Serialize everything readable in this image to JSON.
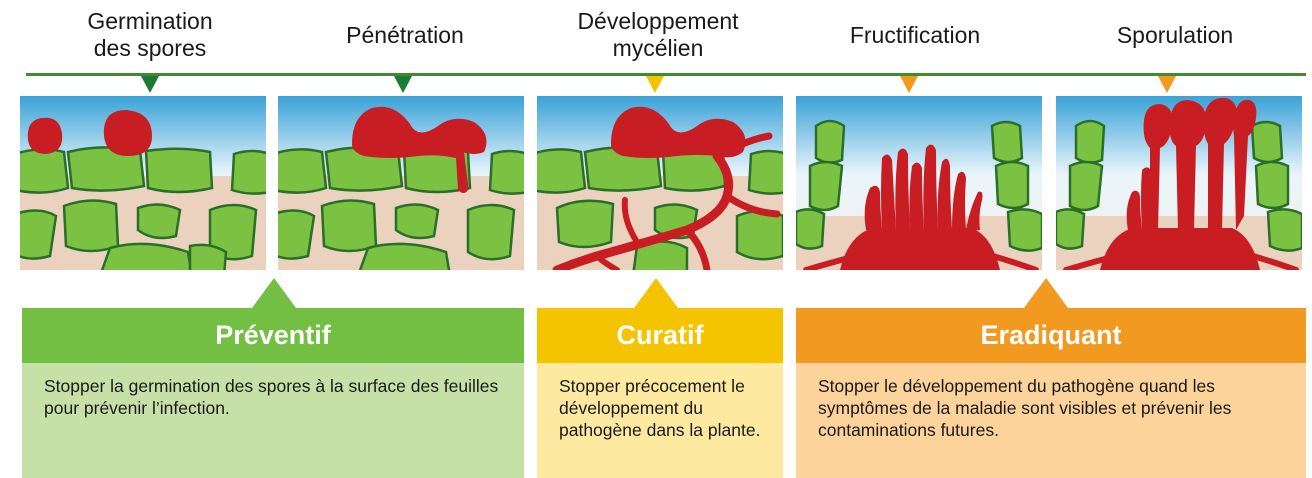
{
  "stages": [
    {
      "label": "Germination\ndes spores",
      "marker_color": "#1d7a35"
    },
    {
      "label": "Pénétration",
      "marker_color": "#1d7a35"
    },
    {
      "label": "Développement\nmycélien",
      "marker_color": "#f2c300"
    },
    {
      "label": "Fructification",
      "marker_color": "#f29a1f"
    },
    {
      "label": "Sporulation",
      "marker_color": "#f29a1f"
    }
  ],
  "categories": [
    {
      "title": "Préventif",
      "header_color": "#72bf44",
      "box_color": "#c6e0a8",
      "text": "Stopper la germination des spores à la surface des feuilles pour prévenir l’infection."
    },
    {
      "title": "Curatif",
      "header_color": "#f5c400",
      "box_color": "#fdeaa0",
      "text": "Stopper précocement le développement du pathogène dans la plante."
    },
    {
      "title": "Eradiquant",
      "header_color": "#f29a1f",
      "box_color": "#fcd39a",
      "text": "Stopper le développement du pathogène quand les symptômes de la maladie sont visibles et prévenir les contaminations futures."
    }
  ],
  "colors": {
    "timeline": "#3f8a32",
    "cell_fill": "#7cc242",
    "cell_stroke": "#2a6e2a",
    "pathogen": "#c81e23",
    "sky_top": "#3aa2d8",
    "tissue": "#ead2bf"
  }
}
